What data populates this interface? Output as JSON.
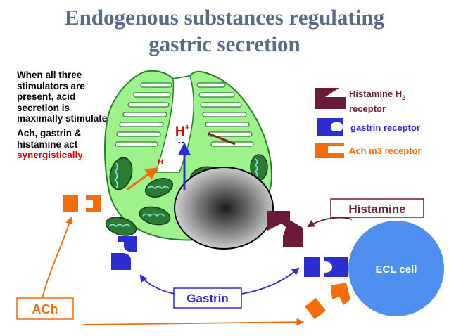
{
  "title": {
    "line1": "Endogenous substances regulating",
    "line2": "gastric secretion"
  },
  "notes": {
    "paragraph1": "When all three stimulators are present, acid secretion is maximally stimulated",
    "paragraph2": "Ach, gastrin & histamine act",
    "paragraph2_highlight": "synergistically"
  },
  "legend": {
    "histamine_receptor_line1": "Histamine H",
    "histamine_receptor_subscript": "2",
    "histamine_receptor_line2": "receptor",
    "gastrin_receptor": "gastrin receptor",
    "ach_receptor": "Ach m3 receptor"
  },
  "labels": {
    "proton_large": "H",
    "proton_small": "H",
    "charge": "+",
    "histamine": "Histamine",
    "ecl_cell": "ECL cell",
    "gastrin": "Gastrin",
    "ach": "ACh"
  },
  "colors": {
    "title": "#5a6b86",
    "cell_fill": "#9ef28c",
    "histamine_receptor": "#6b1a3a",
    "gastrin_receptor": "#2d2ed0",
    "ach_receptor": "#f36d0a",
    "ecl_cell": "#4f8ff0",
    "highlight_text": "#e00000",
    "proton": "#d10000"
  }
}
